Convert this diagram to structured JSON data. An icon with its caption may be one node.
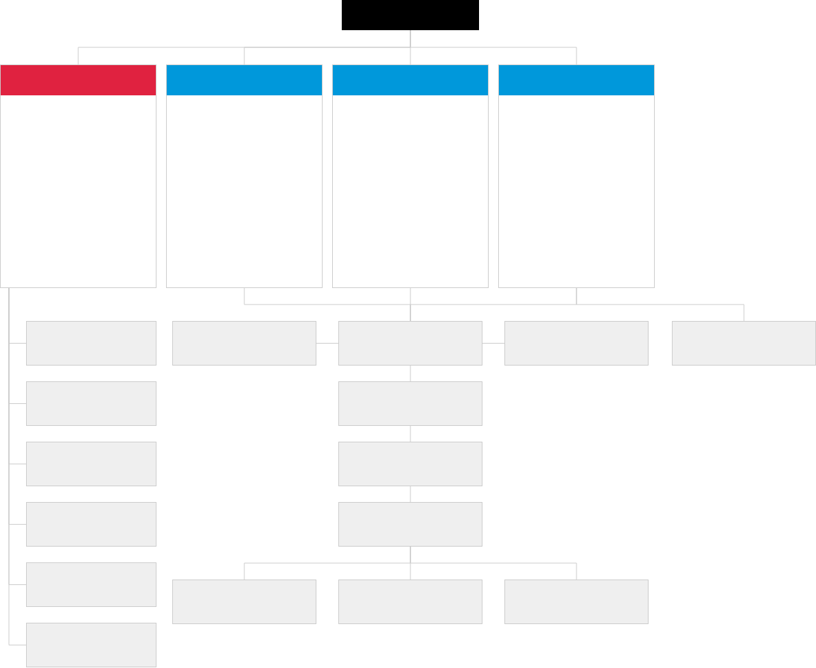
{
  "diagram": {
    "nodes": [
      {
        "text": [],
        "shape": "box"
      },
      {
        "text": [],
        "shape": "box"
      },
      {
        "text": [],
        "shape": "box"
      },
      {
        "text": [],
        "shape": "box"
      },
      {
        "text": [],
        "shape": "box"
      },
      {
        "text": [],
        "shape": "box"
      },
      {
        "text": [],
        "shape": "box"
      },
      {
        "text": [],
        "shape": "box"
      },
      {
        "text": [],
        "shape": "box"
      },
      {
        "text": [],
        "shape": "box"
      },
      {
        "text": [],
        "shape": "box"
      },
      {
        "text": [],
        "shape": "box"
      },
      {
        "text": [],
        "shape": "box"
      },
      {
        "text": [],
        "shape": "box"
      },
      {
        "text": [],
        "shape": "box"
      },
      {
        "text": [],
        "shape": "box"
      },
      {
        "text": [],
        "shape": "box"
      },
      {
        "text": [],
        "shape": "box"
      },
      {
        "text": [],
        "shape": "box"
      },
      {
        "text": [],
        "shape": "box"
      },
      {
        "text": [],
        "shape": "box"
      }
    ],
    "edges": [
      {
        "from": 0,
        "to": 1,
        "arrow": "none"
      },
      {
        "from": 0,
        "to": 2,
        "arrow": "none"
      },
      {
        "from": 0,
        "to": 3,
        "arrow": "none"
      },
      {
        "from": 0,
        "to": 4,
        "arrow": "none"
      },
      {
        "from": 1,
        "to": 5,
        "arrow": "none"
      },
      {
        "from": 1,
        "to": 6,
        "arrow": "none"
      },
      {
        "from": 1,
        "to": 7,
        "arrow": "none"
      },
      {
        "from": 1,
        "to": 8,
        "arrow": "none"
      },
      {
        "from": 1,
        "to": 9,
        "arrow": "none"
      },
      {
        "from": 1,
        "to": 10,
        "arrow": "none"
      },
      {
        "from": 2,
        "to": 12,
        "arrow": "none"
      },
      {
        "from": 3,
        "to": 12,
        "arrow": "none"
      },
      {
        "from": 4,
        "to": 12,
        "arrow": "none"
      },
      {
        "from": 4,
        "to": 14,
        "arrow": "none"
      },
      {
        "from": 12,
        "to": 11,
        "arrow": "none"
      },
      {
        "from": 12,
        "to": 13,
        "arrow": "none"
      },
      {
        "from": 12,
        "to": 15,
        "arrow": "none"
      },
      {
        "from": 15,
        "to": 16,
        "arrow": "none"
      },
      {
        "from": 16,
        "to": 17,
        "arrow": "none"
      },
      {
        "from": 17,
        "to": 18,
        "arrow": "none"
      },
      {
        "from": 17,
        "to": 19,
        "arrow": "none"
      },
      {
        "from": 17,
        "to": 20,
        "arrow": "none"
      }
    ]
  }
}
